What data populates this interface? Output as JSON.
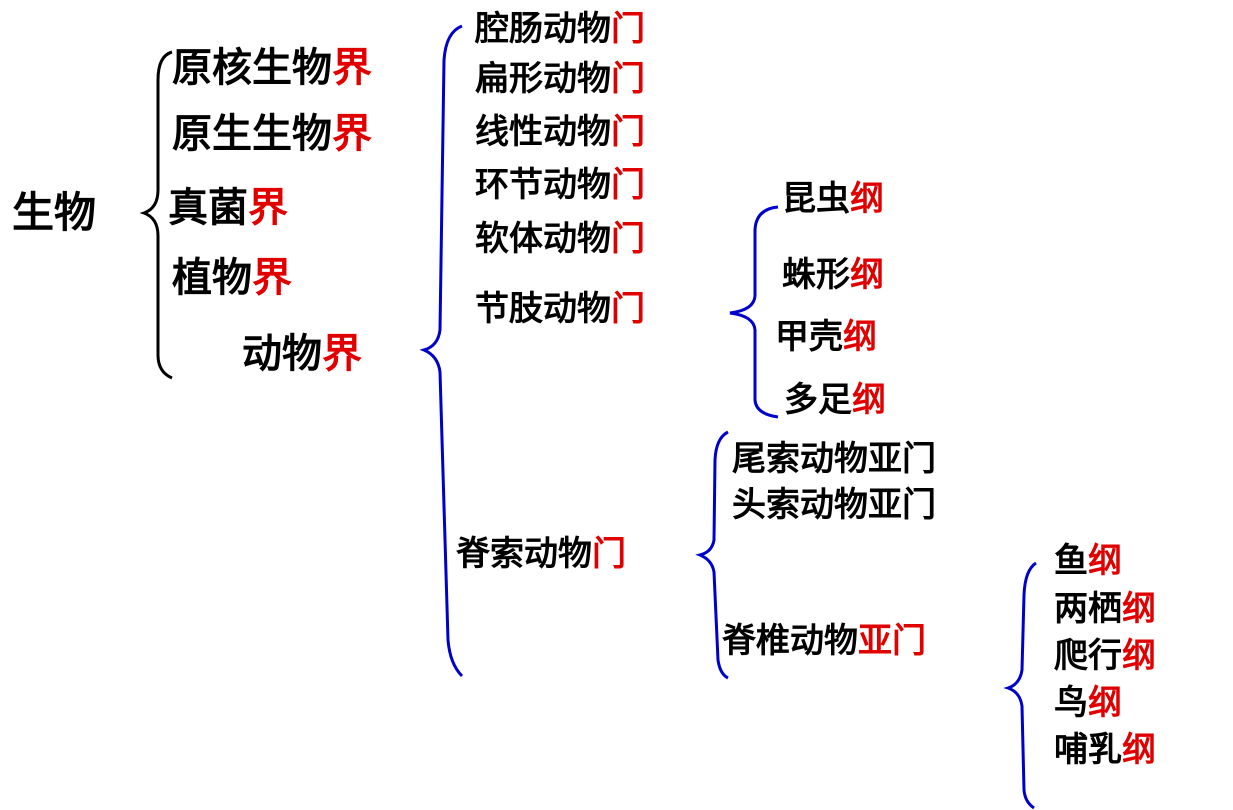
{
  "colors": {
    "text": "#000000",
    "rank_suffix": "#e00000",
    "brace_level1": "#000000",
    "brace_other": "#0000cc"
  },
  "root": {
    "label": "生物"
  },
  "kingdoms": [
    {
      "name": "原核生物",
      "suffix": "界"
    },
    {
      "name": "原生生物",
      "suffix": "界"
    },
    {
      "name": "真菌",
      "suffix": "界"
    },
    {
      "name": "植物",
      "suffix": "界"
    },
    {
      "name": "动物",
      "suffix": "界"
    }
  ],
  "phyla": [
    {
      "name": "腔肠动物",
      "suffix": "门"
    },
    {
      "name": "扁形动物",
      "suffix": "门"
    },
    {
      "name": "线性动物",
      "suffix": "门"
    },
    {
      "name": "环节动物",
      "suffix": "门"
    },
    {
      "name": "软体动物",
      "suffix": "门"
    },
    {
      "name": "节肢动物",
      "suffix": "门"
    },
    {
      "name": "脊索动物",
      "suffix": "门"
    }
  ],
  "arthropod_classes": [
    {
      "name": "昆虫",
      "suffix": "纲"
    },
    {
      "name": "蛛形",
      "suffix": "纲"
    },
    {
      "name": "甲壳",
      "suffix": "纲"
    },
    {
      "name": "多足",
      "suffix": "纲"
    }
  ],
  "chordate_subphyla": [
    {
      "name": "尾索动物亚门",
      "suffix": ""
    },
    {
      "name": "头索动物亚门",
      "suffix": ""
    },
    {
      "name": "脊椎动物",
      "suffix": "亚门"
    }
  ],
  "vertebrate_classes": [
    {
      "name": "鱼",
      "suffix": "纲"
    },
    {
      "name": "两栖",
      "suffix": "纲"
    },
    {
      "name": "爬行",
      "suffix": "纲"
    },
    {
      "name": "鸟",
      "suffix": "纲"
    },
    {
      "name": "哺乳",
      "suffix": "纲"
    }
  ]
}
